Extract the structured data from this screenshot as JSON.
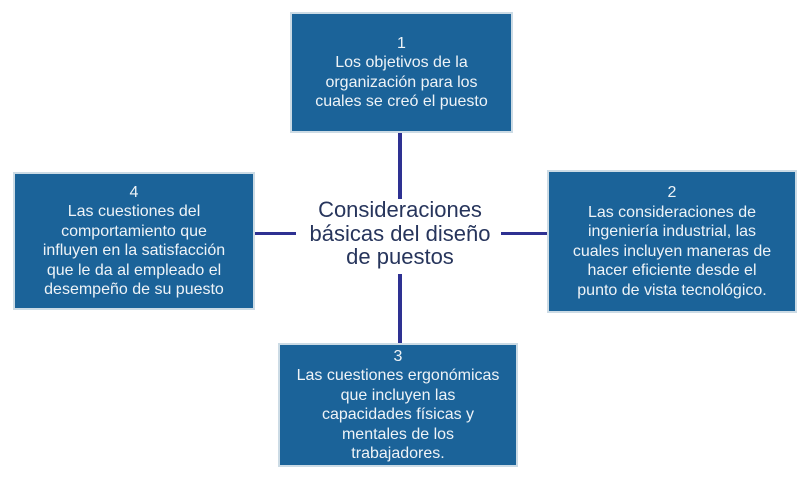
{
  "diagram": {
    "center": {
      "title": "Consideraciones\nbásicas del diseño\nde puestos"
    },
    "nodes": [
      {
        "number": "1",
        "text": "Los objetivos de la\norganización para los\ncuales se creó el puesto",
        "position": "top"
      },
      {
        "number": "2",
        "text": "Las consideraciones de\ningeniería industrial, las\ncuales incluyen maneras de\nhacer eficiente desde el\npunto de vista tecnológico.",
        "position": "right"
      },
      {
        "number": "3",
        "text": "Las cuestiones ergonómicas\nque incluyen las\ncapacidades físicas y\nmentales de los\ntrabajadores.",
        "position": "bottom"
      },
      {
        "number": "4",
        "text": "Las cuestiones del\ncomportamiento que\ninfluyen en la satisfacción\nque le da al empleado el\ndesempeño de su puesto",
        "position": "left"
      }
    ],
    "colors": {
      "box_fill": "#1b6399",
      "box_border": "#ccdbe5",
      "box_text": "#eef3f7",
      "center_text": "#27355c",
      "connector": "#2e3192",
      "background": "#ffffff"
    }
  }
}
